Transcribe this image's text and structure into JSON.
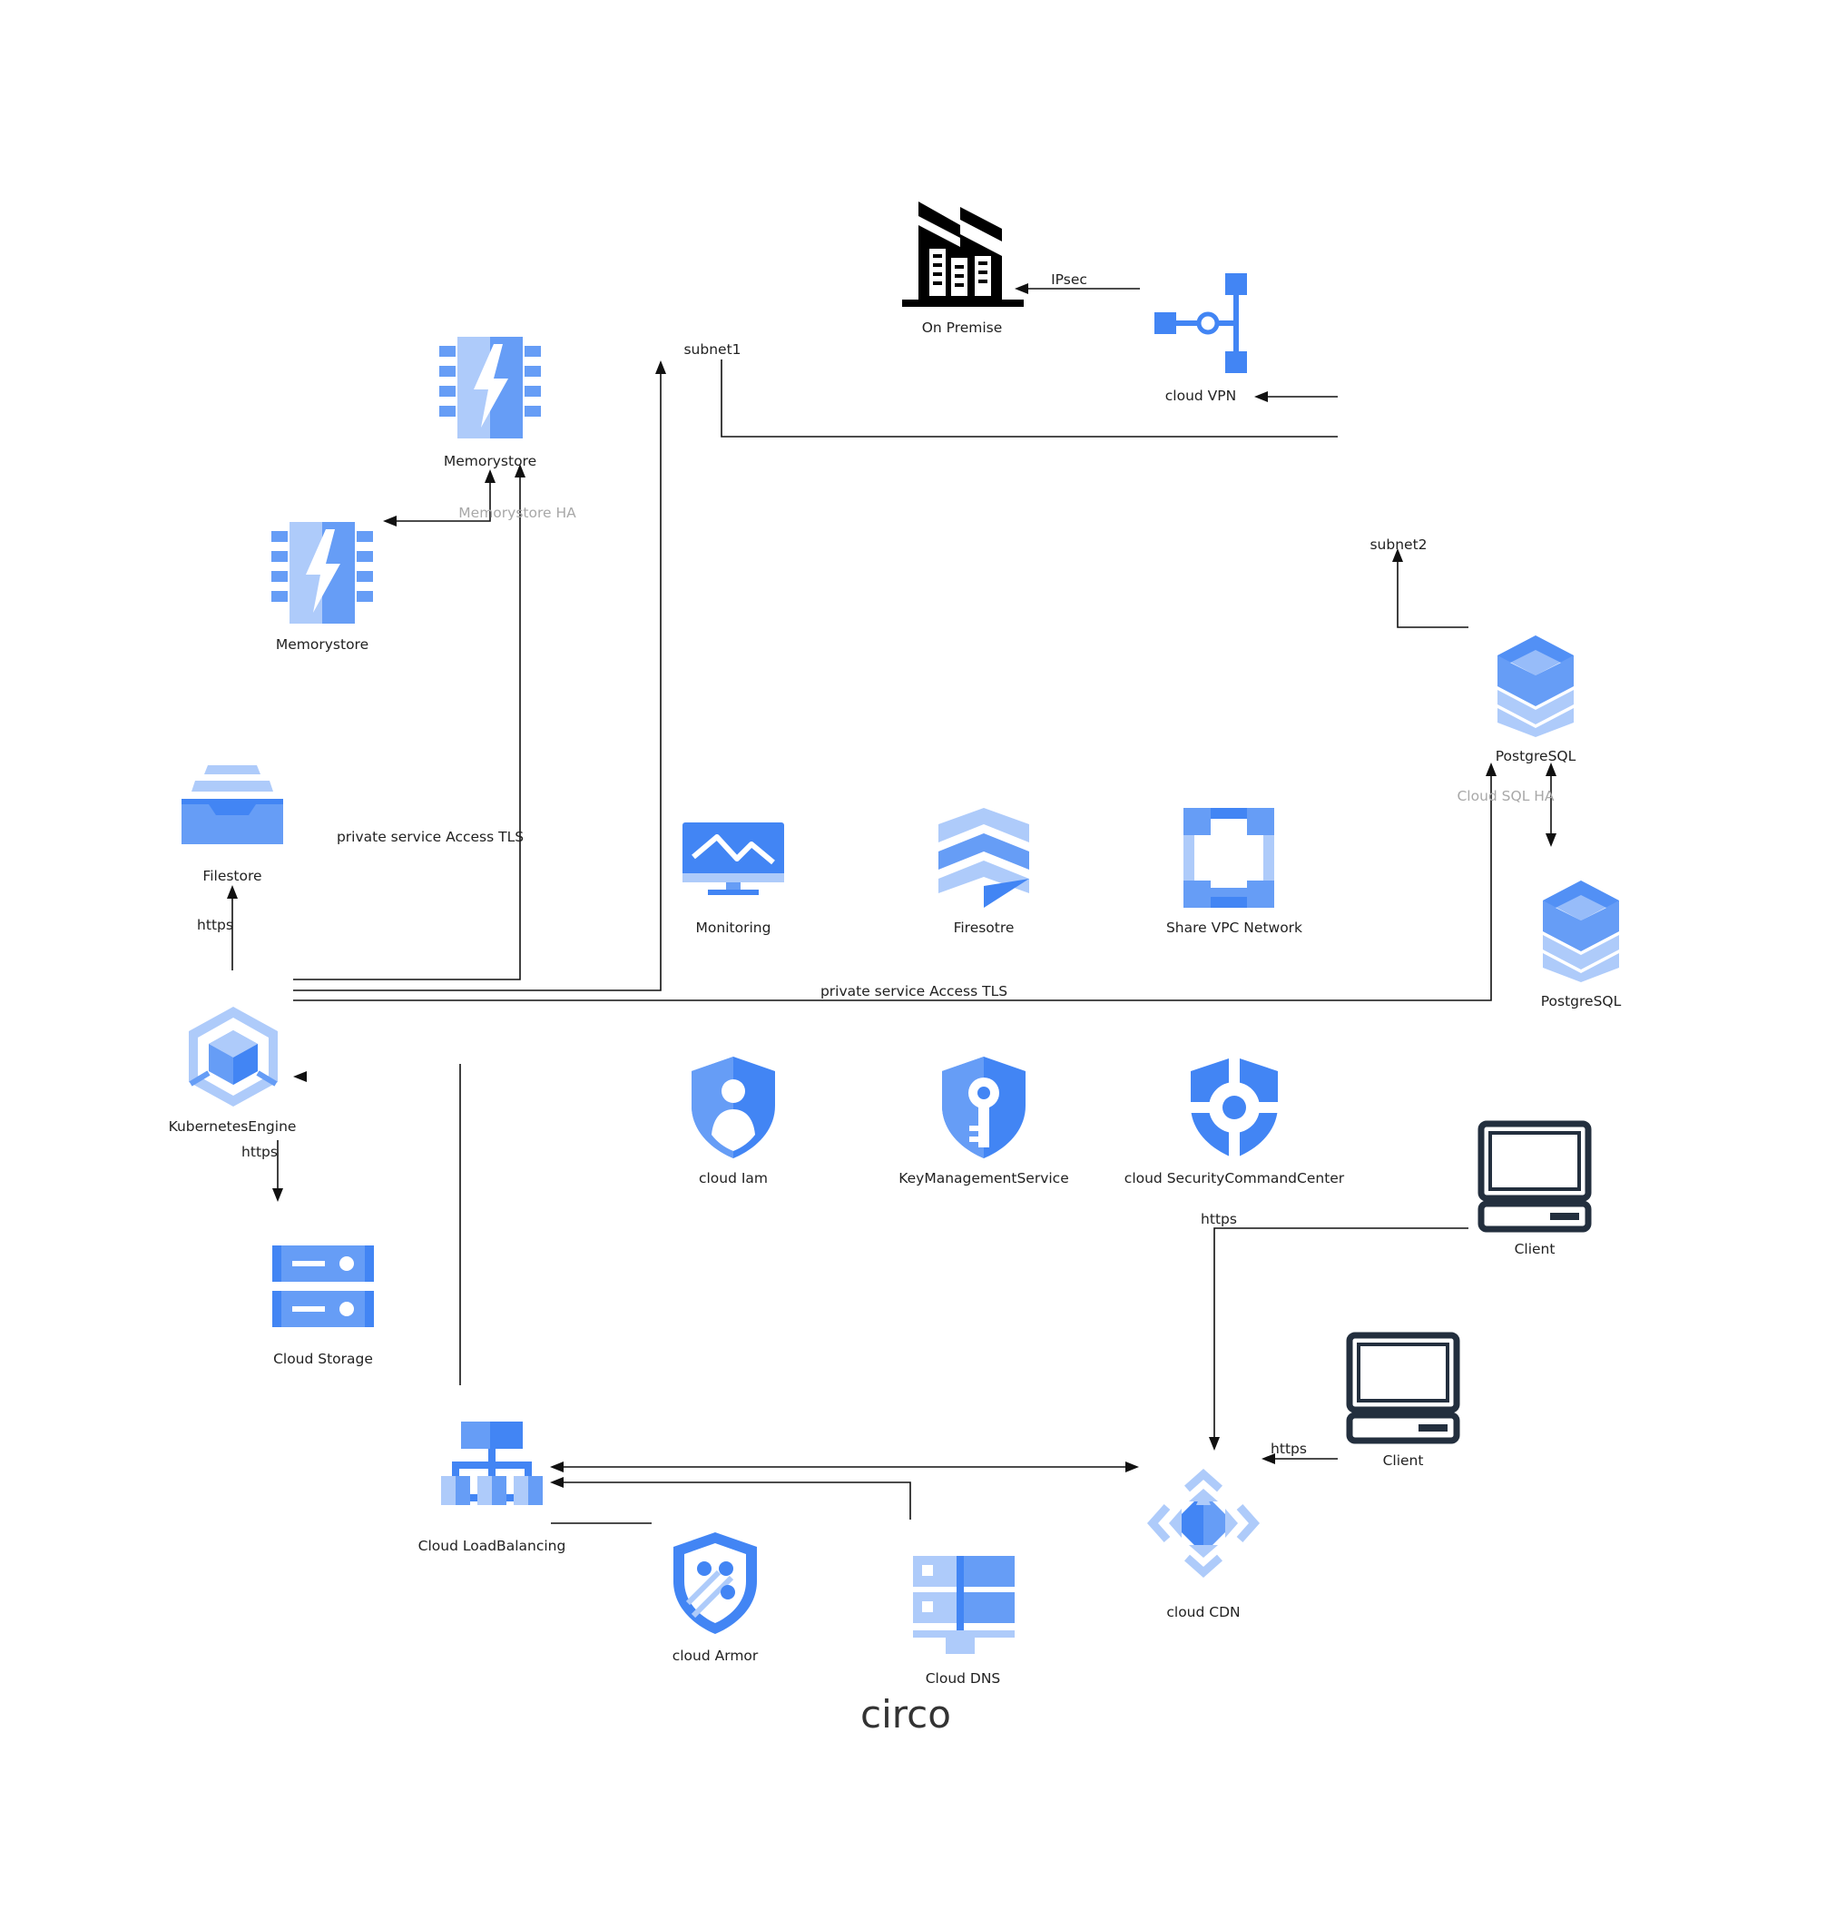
{
  "diagram": {
    "title": "circo",
    "nodes": {
      "on_premise": "On Premise",
      "cloud_vpn": "cloud VPN",
      "memorystore_primary": "Memorystore",
      "memorystore_replica": "Memorystore",
      "filestore": "Filestore",
      "kubernetes_engine": "KubernetesEngine",
      "cloud_storage": "Cloud Storage",
      "monitoring": "Monitoring",
      "firestore": "Firesotre",
      "shared_vpc": "Share VPC Network",
      "postgresql_primary": "PostgreSQL",
      "postgresql_replica": "PostgreSQL",
      "cloud_iam": "cloud Iam",
      "key_management": "KeyManagementService",
      "security_command_center": "cloud SecurityCommandCenter",
      "client_1": "Client",
      "client_2": "Client",
      "cloud_load_balancing": "Cloud LoadBalancing",
      "cloud_armor": "cloud Armor",
      "cloud_dns": "Cloud DNS",
      "cloud_cdn": "cloud CDN"
    },
    "edge_labels": {
      "ipsec": "IPsec",
      "subnet1": "subnet1",
      "subnet2": "subnet2",
      "memorystore_ha": "Memorystore HA",
      "psa_tls_memorystore": "private service Access TLS",
      "psa_tls_sql": "private service Access TLS",
      "cloud_sql_ha": "Cloud SQL HA",
      "https_filestore": "https",
      "https_storage": "https",
      "https_client_1": "https",
      "https_client_2": "https"
    }
  },
  "colors": {
    "gcp_blue": "#4285F4",
    "gcp_mid_blue": "#669DF6",
    "gcp_light_blue": "#AECBFA",
    "edge": "#111111",
    "building": "#000000",
    "client_outline": "#232F3E"
  },
  "icons": {
    "on_premise": "factory-icon",
    "cloud_vpn": "vpn-gateway-icon",
    "memorystore": "memorystore-chip-icon",
    "filestore": "filestore-tray-icon",
    "kubernetes_engine": "gke-hexagon-icon",
    "cloud_storage": "storage-server-icon",
    "monitoring": "monitor-icon",
    "firestore": "firestore-icon",
    "shared_vpc": "vpc-network-icon",
    "postgresql": "cloud-sql-stack-icon",
    "cloud_iam": "iam-shield-icon",
    "key_management": "key-shield-icon",
    "security_command_center": "security-target-icon",
    "client": "laptop-icon",
    "cloud_load_balancing": "load-balancer-icon",
    "cloud_armor": "armor-shield-icon",
    "cloud_dns": "dns-server-icon",
    "cloud_cdn": "cdn-icon"
  }
}
